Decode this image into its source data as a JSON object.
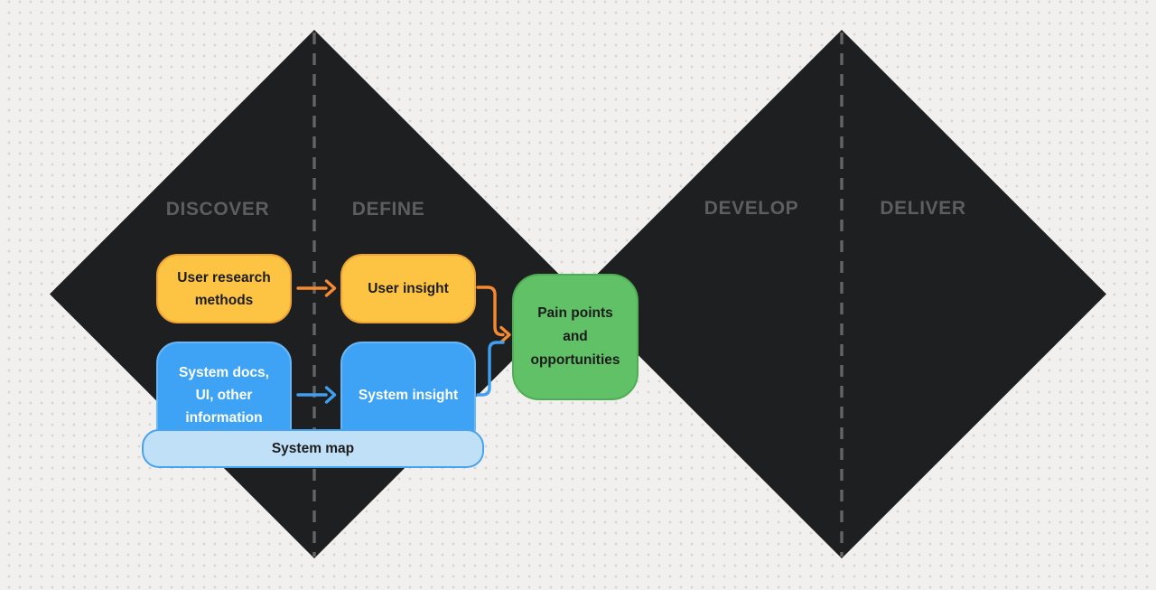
{
  "colors": {
    "bg": "#f1f0ee",
    "dot": "#d9d6d1",
    "diamond": "#1e1f21",
    "phase-label": "#5e5e5e",
    "dash": "#646464",
    "yellow-fill": "#fcc442",
    "yellow-border": "#f0a431",
    "blue-fill": "#3fa3f5",
    "blue-border": "#69b7f7",
    "lightblue-fill": "#c0e0f8",
    "lightblue-border": "#47a3ef",
    "green-fill": "#61c167",
    "green-border": "#4fae55",
    "arrow-orange": "#f58a30",
    "arrow-blue": "#3f9ff0",
    "text-dark": "#1c1c1c",
    "text-light": "#ffffff"
  },
  "phases": {
    "discover": "DISCOVER",
    "define": "DEFINE",
    "develop": "DEVELOP",
    "deliver": "DELIVER"
  },
  "boxes": {
    "user_research": {
      "lines": [
        "User research",
        "methods"
      ]
    },
    "user_insight": {
      "lines": [
        "User insight"
      ]
    },
    "system_docs": {
      "lines": [
        "System docs,",
        "UI, other",
        "information"
      ]
    },
    "system_insight": {
      "lines": [
        "System insight"
      ]
    },
    "system_map": {
      "lines": [
        "System map"
      ]
    },
    "pain_points": {
      "lines": [
        "Pain points",
        "and",
        "opportunities"
      ]
    }
  }
}
